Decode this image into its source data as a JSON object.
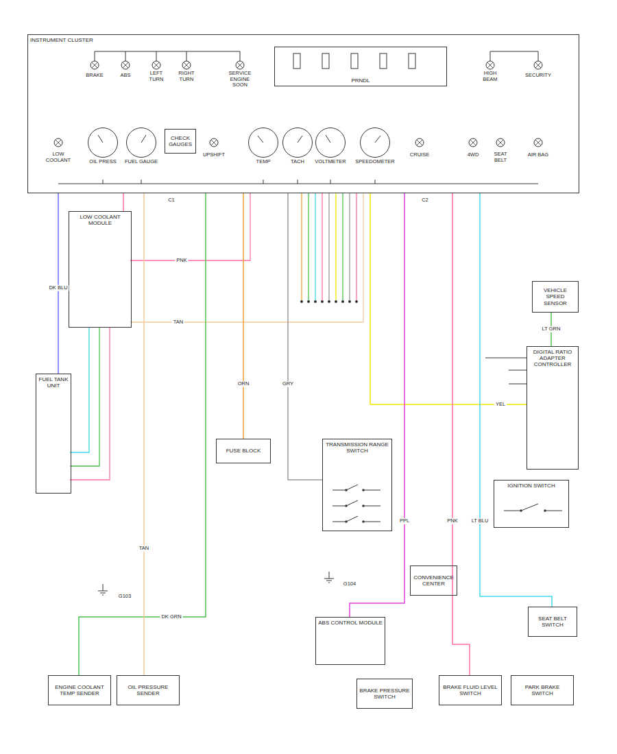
{
  "diagram": {
    "nodes": [
      {
        "text": [
          "INSTRUMENT CLUSTER"
        ]
      },
      {
        "text": [
          "PRNDL"
        ],
        "in": 0
      },
      {
        "text": [
          "OIL PRESS"
        ],
        "in": 0
      },
      {
        "text": [
          "FUEL GAUGE"
        ],
        "in": 0
      },
      {
        "text": [
          "CHECK GAUGES"
        ],
        "in": 0
      },
      {
        "text": [
          "TEMP"
        ],
        "in": 0
      },
      {
        "text": [
          "TACH"
        ],
        "in": 0
      },
      {
        "text": [
          "VOLTMETER"
        ],
        "in": 0
      },
      {
        "text": [
          "SPEEDOMETER"
        ],
        "in": 0
      },
      {
        "text": [
          "LOW COOLANT MODULE"
        ]
      },
      {
        "text": [
          "FUEL TANK UNIT"
        ]
      },
      {
        "text": [
          "VEHICLE SPEED SENSOR"
        ]
      },
      {
        "text": [
          "DIGITAL RATIO ADAPTER CONTROLLER"
        ]
      },
      {
        "text": [
          "TRANSMISSION RANGE SWITCH"
        ]
      },
      {
        "text": [
          "IGNITION SWITCH"
        ]
      },
      {
        "text": [
          "CONVENIENCE CENTER"
        ]
      },
      {
        "text": [
          "ENGINE COOLANT TEMP SENDER"
        ]
      },
      {
        "text": [
          "OIL PRESSURE SENDER"
        ]
      },
      {
        "text": [
          "ABS CONTROL MODULE"
        ]
      },
      {
        "text": [
          "BRAKE PRESSURE SWITCH"
        ]
      },
      {
        "text": [
          "BRAKE FLUID LEVEL SWITCH"
        ]
      },
      {
        "text": [
          "PARK BRAKE SWITCH"
        ]
      },
      {
        "text": [
          "SEAT BELT SWITCH"
        ]
      },
      {
        "text": [
          "FUSE BLOCK"
        ]
      }
    ],
    "edges": [
      {
        "from": 0,
        "to": 9,
        "arrow": "none"
      },
      {
        "from": 0,
        "to": 10,
        "arrow": "none"
      },
      {
        "from": 0,
        "to": 16,
        "arrow": "none"
      },
      {
        "from": 0,
        "to": 17,
        "arrow": "none"
      },
      {
        "from": 0,
        "to": 12,
        "arrow": "none"
      },
      {
        "from": 12,
        "to": 11,
        "arrow": "none"
      },
      {
        "from": 0,
        "to": 13,
        "arrow": "none"
      },
      {
        "from": 0,
        "to": 18,
        "arrow": "none"
      },
      {
        "from": 0,
        "to": 22,
        "arrow": "none"
      },
      {
        "from": 0,
        "to": 20,
        "arrow": "none"
      },
      {
        "from": 0,
        "to": 23,
        "arrow": "none"
      }
    ],
    "labels": [
      "BRAKE",
      "ABS",
      "LEFT TURN",
      "RIGHT TURN",
      "SERVICE ENGINE SOON",
      "HIGH BEAM",
      "SECURITY",
      "LOW COOLANT",
      "UPSHIFT",
      "CRUISE",
      "4WD",
      "SEAT BELT",
      "AIR BAG",
      "C1",
      "C2",
      "PNK",
      "TAN",
      "DK BLU",
      "TAN",
      "DK GRN",
      "YEL",
      "GRY",
      "PPL",
      "PNK",
      "LT BLU",
      "ORN",
      "LT GRN",
      "G103",
      "G104"
    ]
  }
}
